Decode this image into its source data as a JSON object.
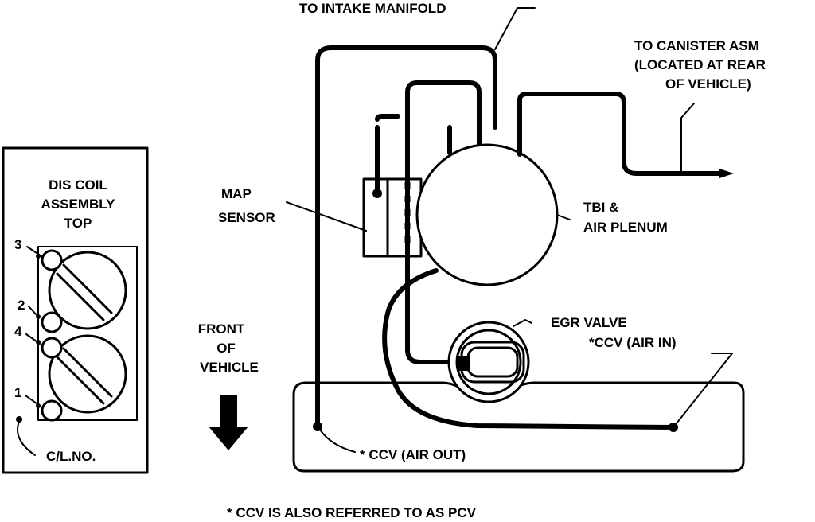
{
  "labels": {
    "intake_manifold": "TO INTAKE MANIFOLD",
    "canister_line1": "TO CANISTER ASM",
    "canister_line2": "(LOCATED AT REAR",
    "canister_line3": "OF VEHICLE)",
    "dis_coil_line1": "DIS COIL",
    "dis_coil_line2": "ASSEMBLY",
    "dis_coil_line3": "TOP",
    "map_sensor_line1": "MAP",
    "map_sensor_line2": "SENSOR",
    "tbi_line1": "TBI &",
    "tbi_line2": "AIR PLENUM",
    "egr_valve": "EGR VALVE",
    "ccv_air_in": "*CCV (AIR IN)",
    "ccv_air_out": "* CCV  (AIR OUT)",
    "front_line1": "FRONT",
    "front_line2": "OF",
    "front_line3": "VEHICLE",
    "cl_no": "C/L.NO.",
    "coil_numbers": [
      "3",
      "2",
      "4",
      "1"
    ],
    "footnote": "* CCV IS ALSO REFERRED TO AS PCV"
  },
  "colors": {
    "ink": "#000000",
    "paper": "#ffffff"
  },
  "icons": [
    "front-of-vehicle-arrow-icon"
  ]
}
